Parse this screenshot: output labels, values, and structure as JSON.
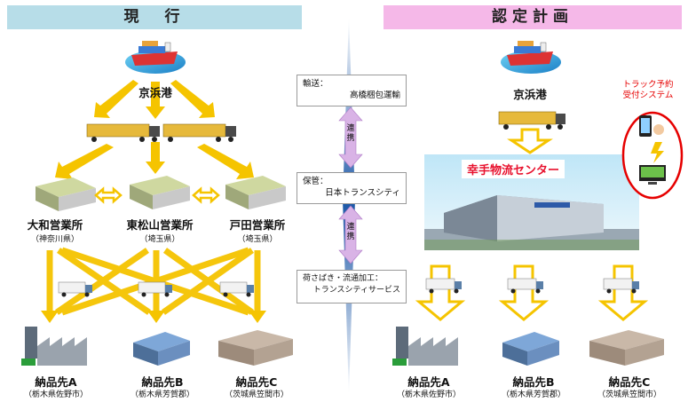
{
  "headers": {
    "left": "現　行",
    "right": "認定計画"
  },
  "left": {
    "port": "京浜港",
    "offices": [
      {
        "name": "大和営業所",
        "pref": "（神奈川県）"
      },
      {
        "name": "東松山営業所",
        "pref": "（埼玉県）"
      },
      {
        "name": "戸田営業所",
        "pref": "（埼玉県）"
      }
    ]
  },
  "destinations": [
    {
      "name": "納品先A",
      "place": "（栃木県佐野市）"
    },
    {
      "name": "納品先B",
      "place": "（栃木県芳賀郡）"
    },
    {
      "name": "納品先C",
      "place": "（茨城県笠間市）"
    }
  ],
  "middle": {
    "transport_label": "輸送：",
    "transport_value": "高橋梱包運輸",
    "storage_label": "保管：",
    "storage_value": "日本トランスシティ",
    "processing_label": "荷さばき・流通加工：",
    "processing_value": "トランスシティサービス",
    "link1": "連携",
    "link2": "連携"
  },
  "right": {
    "port": "京浜港",
    "center": "幸手物流センター",
    "truck_system_line1": "トラック予約",
    "truck_system_line2": "受付システム"
  },
  "colors": {
    "left_header": "#b7dde8",
    "right_header": "#f5b8e8",
    "arrow": "#f5c400",
    "link_arrow": "#d9b3e6"
  }
}
